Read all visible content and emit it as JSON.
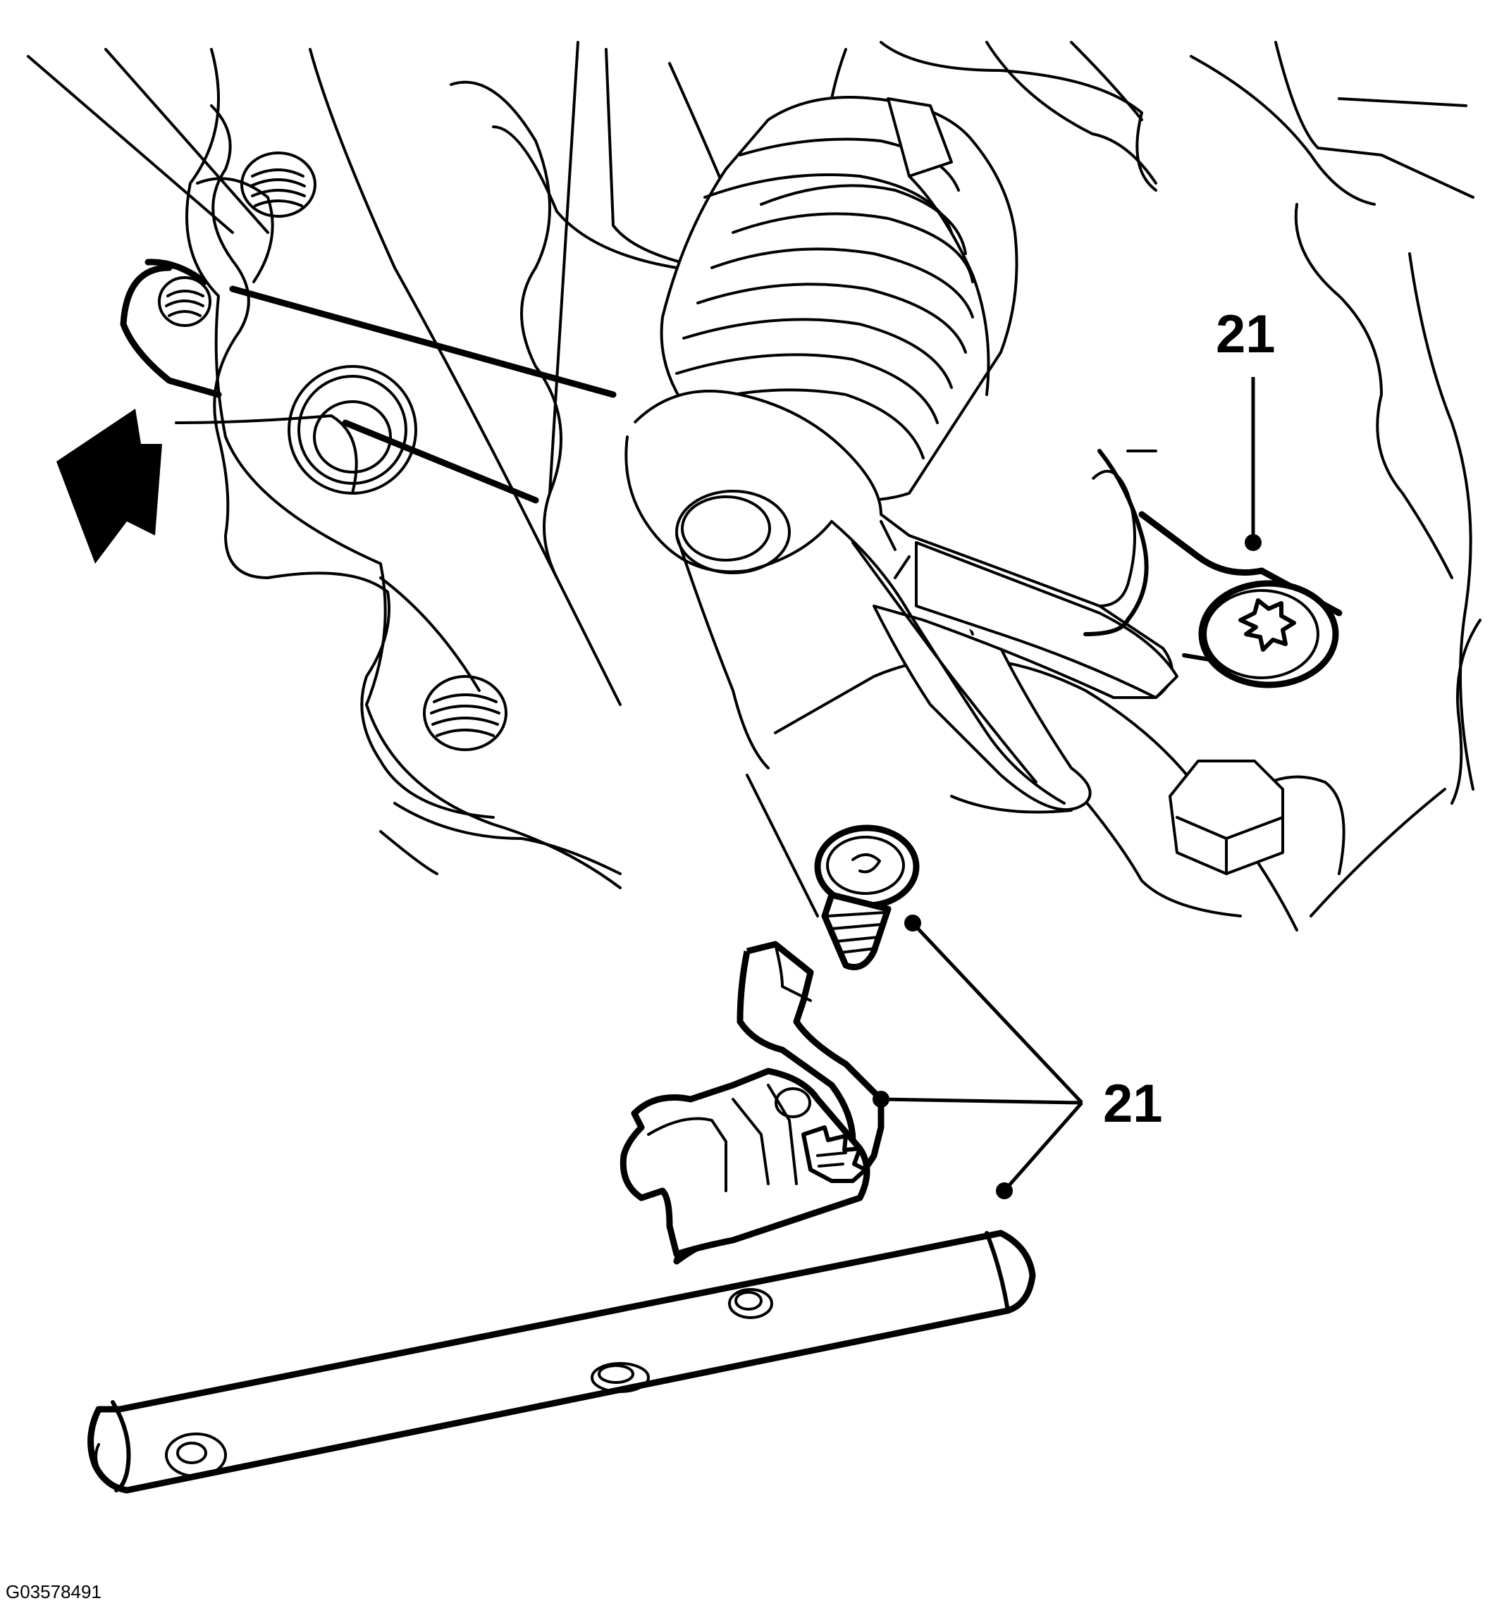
{
  "callouts": [
    {
      "id": "upper",
      "label": "21"
    },
    {
      "id": "lower",
      "label": "21"
    }
  ],
  "figure_reference": "G03578491",
  "icons": {
    "direction_arrow": "arrow-up-left-icon"
  }
}
